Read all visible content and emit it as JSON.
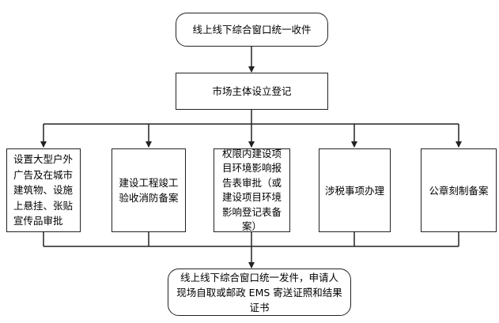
{
  "flowchart": {
    "start": "线上线下综合窗口统一收件",
    "registration": "市场主体设立登记",
    "branches": [
      "设置大型户外广告及在城市建筑物、设施上悬挂、张贴宣传品审批",
      "建设工程竣工验收消防备案",
      "权限内建设项目环境影响报告表审批（或建设项目环境影响登记表备案）",
      "涉税事项办理",
      "公章刻制备案"
    ],
    "end": "线上线下综合窗口统一发件，申请人现场自取或邮政 EMS 寄送证照和结果证书"
  },
  "colors": {
    "stroke": "#222222",
    "background": "#ffffff"
  }
}
